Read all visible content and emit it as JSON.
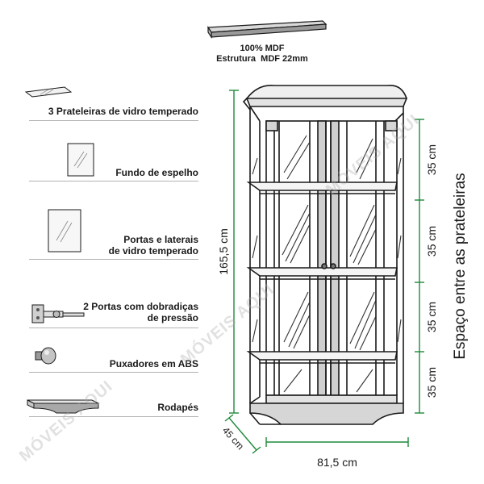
{
  "mdf": {
    "line1": "100% MDF",
    "line2": "Estrutura  MDF 22mm"
  },
  "features": [
    {
      "label": "3 Prateleiras de vidro temperado",
      "icon": "glass-shelf-icon"
    },
    {
      "label": "Fundo de espelho",
      "icon": "mirror-icon"
    },
    {
      "label": "Portas e laterais\nde vidro temperado",
      "icon": "glass-panel-icon"
    },
    {
      "label": "2 Portas com dobradiças\nde pressão",
      "icon": "hinge-icon"
    },
    {
      "label": "Puxadores em ABS",
      "icon": "knob-icon"
    },
    {
      "label": "Rodapés",
      "icon": "baseboard-icon"
    }
  ],
  "dimensions": {
    "height": "165,5 cm",
    "width": "81,5 cm",
    "depth": "45 cm",
    "shelf_spacing": [
      "35 cm",
      "35 cm",
      "35 cm",
      "35 cm"
    ],
    "spacing_label": "Espaço entre as prateleiras"
  },
  "watermark": "MÓVEIS AQUI",
  "colors": {
    "dimension_line": "#1f8a3c",
    "outline": "#1a1a1a",
    "glass_line": "#333333"
  }
}
